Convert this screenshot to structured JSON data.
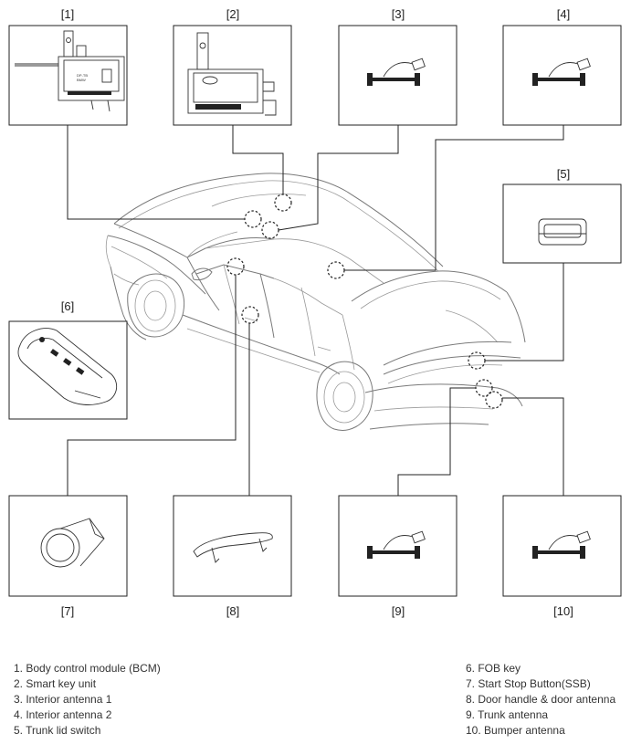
{
  "callouts": {
    "c1": "[1]",
    "c2": "[2]",
    "c3": "[3]",
    "c4": "[4]",
    "c5": "[5]",
    "c6": "[6]",
    "c7": "[7]",
    "c8": "[8]",
    "c9": "[9]",
    "c10": "[10]"
  },
  "bcm_box": {
    "label_a": "DP-TB",
    "label_b": "BMW"
  },
  "legend": {
    "left": [
      "1. Body control module (BCM)",
      "2. Smart key unit",
      "3. Interior antenna 1",
      "4. Interior antenna 2",
      "5. Trunk lid switch"
    ],
    "right": [
      "6. FOB key",
      "7. Start Stop Button(SSB)",
      "8. Door handle & door antenna",
      "9. Trunk antenna",
      "10. Bumper antenna"
    ]
  },
  "icons": {
    "bcm": "bcm-module-icon",
    "smart_key_unit": "smart-key-unit-icon",
    "antenna": "antenna-icon",
    "switch": "trunk-switch-icon",
    "fob": "fob-key-icon",
    "ssb": "start-stop-button-icon",
    "handle": "door-handle-icon"
  }
}
